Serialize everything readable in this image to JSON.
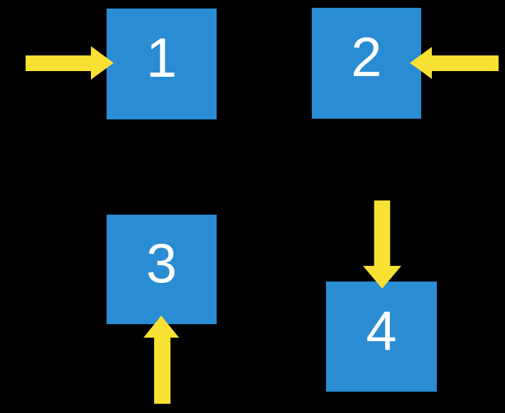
{
  "diagram": {
    "description": "Four numbered blue squares each pointed at by a yellow block arrow",
    "boxes": [
      {
        "label": "1",
        "arrow_from": "left",
        "position": "top-left"
      },
      {
        "label": "2",
        "arrow_from": "right",
        "position": "top-right"
      },
      {
        "label": "3",
        "arrow_from": "below",
        "position": "bottom-left"
      },
      {
        "label": "4",
        "arrow_from": "above",
        "position": "bottom-right"
      }
    ],
    "icons": [
      "arrow-right-icon",
      "arrow-left-icon",
      "arrow-up-icon",
      "arrow-down-icon"
    ]
  },
  "colors": {
    "background": "#000000",
    "box_fill": "#2A8CD2",
    "arrow_fill": "#F8E132",
    "label": "#FFFFFF"
  }
}
